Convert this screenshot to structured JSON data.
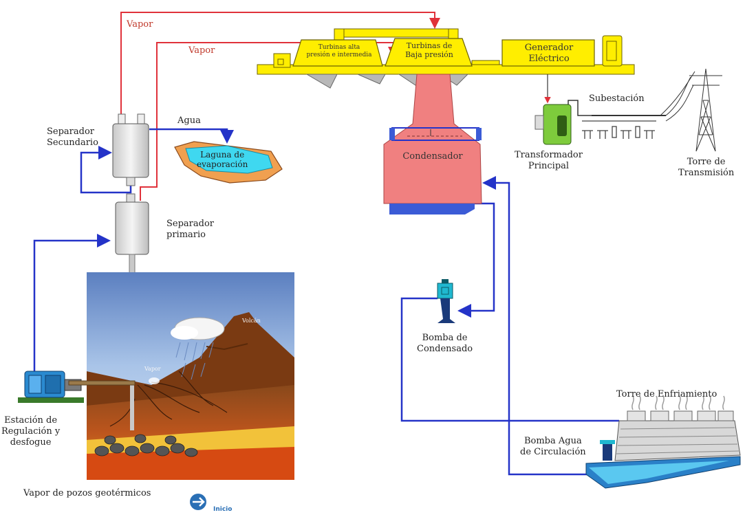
{
  "labels": {
    "vapor_1": "Vapor",
    "vapor_2": "Vapor",
    "agua": "Agua",
    "separador_secundario": "Separador\nSecundario",
    "laguna": "Laguna de\nevaporación",
    "separador_primario": "Separador\nprimario",
    "estacion": "Estación de\nRegulación y\ndesfogue",
    "vapor_pozos": "Vapor de pozos geotérmicos",
    "turbinas_alta": "Turbinas alta\npresión e intermedia",
    "turbinas_baja": "Turbinas de\nBaja presión",
    "generador": "Generador\nEléctrico",
    "subestacion": "Subestación",
    "transformador": "Transformador\nPrincipal",
    "torre_transmision": "Torre de\nTransmisión",
    "condensador": "Condensador",
    "bomba_condensado": "Bomba de\nCondensado",
    "torre_enfriamiento": "Torre de Enfriamiento",
    "bomba_agua": "Bomba  Agua\nde Circulación",
    "volcan": "Volcán",
    "vapor_scene": "Vapor"
  },
  "nav": {
    "inicio": "Inicio"
  },
  "colors": {
    "steam_line": "#e0313a",
    "water_line": "#2433c8",
    "turbine": "#ffee00",
    "condenser": "#f08080",
    "separator": "#e8e8e8"
  }
}
